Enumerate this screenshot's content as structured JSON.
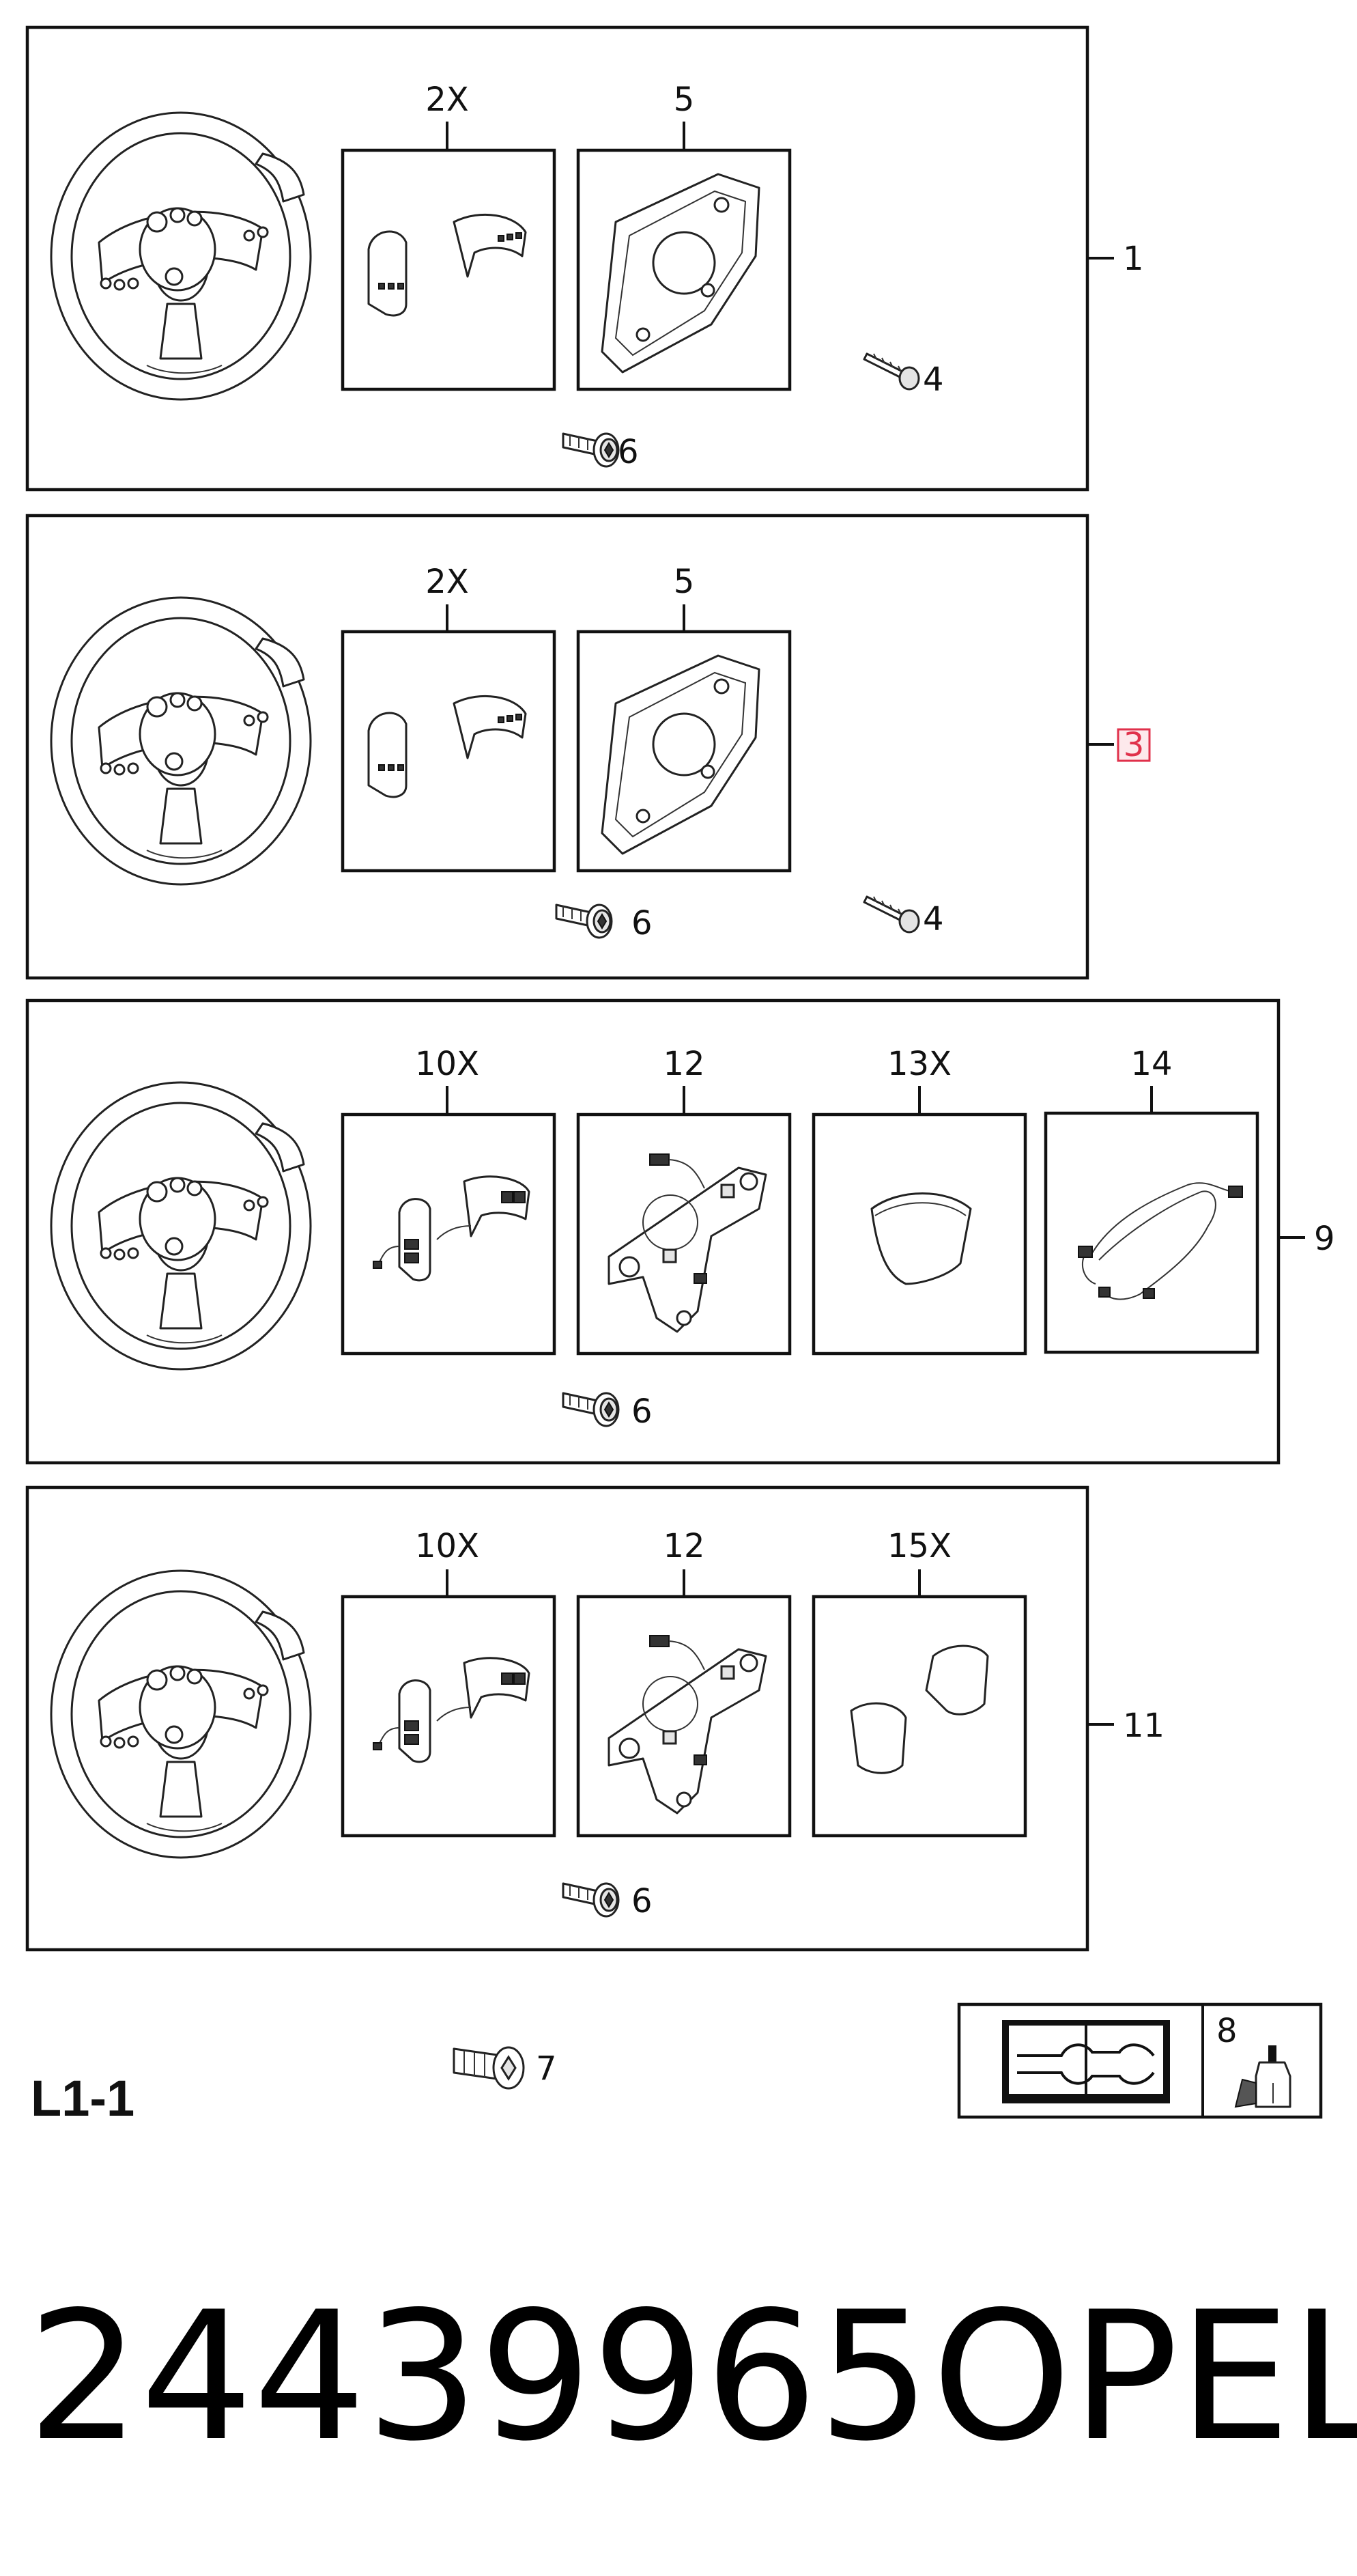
{
  "panels": [
    {
      "callout": "1",
      "highlighted": false,
      "insets": [
        {
          "label": "2X",
          "part": "button-cover-pair"
        },
        {
          "label": "5",
          "part": "switch-bezel"
        }
      ],
      "loose_parts": [
        {
          "label": "4",
          "part": "screw"
        },
        {
          "label": "6",
          "part": "torx-bolt"
        }
      ]
    },
    {
      "callout": "3",
      "highlighted": true,
      "highlight_color": "#e0314b",
      "insets": [
        {
          "label": "2X",
          "part": "button-cover-pair"
        },
        {
          "label": "5",
          "part": "switch-bezel"
        }
      ],
      "loose_parts": [
        {
          "label": "6",
          "part": "torx-bolt"
        },
        {
          "label": "4",
          "part": "screw"
        }
      ]
    },
    {
      "callout": "9",
      "highlighted": false,
      "insets": [
        {
          "label": "10X",
          "part": "switch-pair-with-wires"
        },
        {
          "label": "12",
          "part": "switch-carrier"
        },
        {
          "label": "13X",
          "part": "trim-cap"
        },
        {
          "label": "14",
          "part": "wiring-harness"
        }
      ],
      "loose_parts": [
        {
          "label": "6",
          "part": "torx-bolt"
        }
      ]
    },
    {
      "callout": "11",
      "highlighted": false,
      "insets": [
        {
          "label": "10X",
          "part": "switch-pair-with-wires"
        },
        {
          "label": "12",
          "part": "switch-carrier"
        },
        {
          "label": "15X",
          "part": "trim-cap-pair"
        }
      ],
      "loose_parts": [
        {
          "label": "6",
          "part": "torx-bolt"
        }
      ]
    }
  ],
  "footer": {
    "section_code": "L1-1",
    "bolt_label": "7",
    "service_box": {
      "manual_icon": "repair-manual-icon",
      "adhesive_label": "8",
      "adhesive_icon": "adhesive-bottle-icon"
    }
  },
  "part_number": "24439965",
  "brand": "OPEL"
}
